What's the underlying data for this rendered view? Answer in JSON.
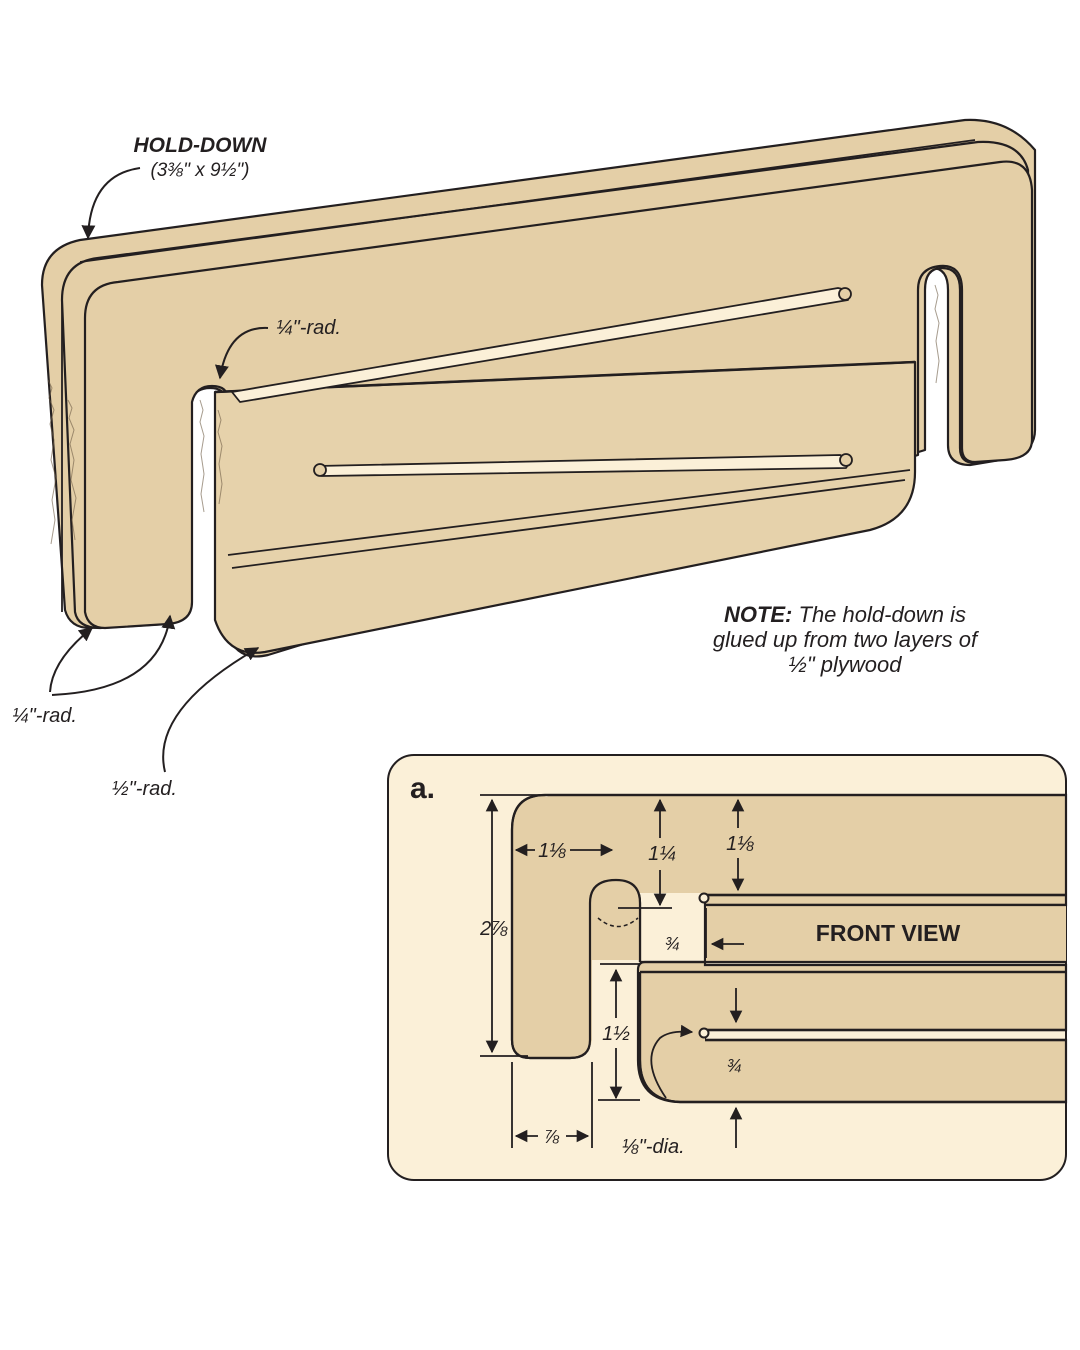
{
  "main_view": {
    "title": "HOLD-DOWN",
    "size": "(3⅜\" x 9½\")",
    "rad_quarter_top": "¼\"-rad.",
    "rad_quarter_left": "¼\"-rad.",
    "rad_half": "½\"-rad.",
    "note_bold": "NOTE:",
    "note_line1": " The hold-down is",
    "note_line2": "glued up from two layers of",
    "note_line3": "½\" plywood"
  },
  "detail_a": {
    "label": "a.",
    "title": "FRONT VIEW",
    "dims": {
      "width_1_1_8": "1⅛",
      "height_1_1_4": "1¼",
      "height_1_1_8": "1⅛",
      "height_2_7_8": "2⅞",
      "slot_3_4": "¾",
      "height_1_1_2": "1½",
      "groove_3_4": "¾",
      "width_7_8": "⅞",
      "hole_dia": "⅛\"-dia."
    }
  },
  "colors": {
    "wood": "#e4cfa7",
    "panel": "#fbf0d8",
    "ink": "#231f20"
  }
}
